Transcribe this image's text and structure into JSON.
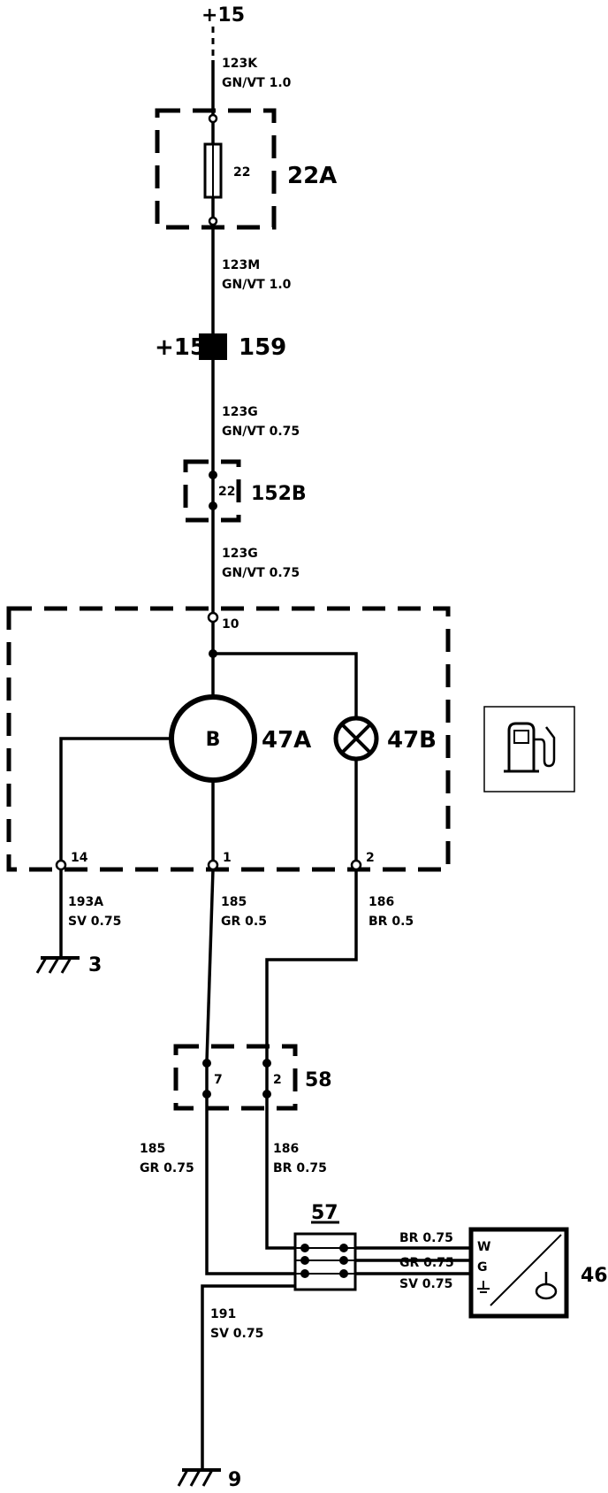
{
  "supply": {
    "top_label": "+15"
  },
  "wires": {
    "w123k": {
      "code": "123K",
      "spec": "GN/VT  1.0"
    },
    "w123m": {
      "code": "123M",
      "spec": "GN/VT  1.0"
    },
    "w123g_a": {
      "code": "123G",
      "spec": "GN/VT  0.75"
    },
    "w123g_b": {
      "code": "123G",
      "spec": "GN/VT  0.75"
    },
    "w193a": {
      "code": "193A",
      "spec": "SV  0.75"
    },
    "w185_a": {
      "code": "185",
      "spec": "GR  0.5"
    },
    "w186_a": {
      "code": "186",
      "spec": "BR  0.5"
    },
    "w185_b": {
      "code": "185",
      "spec": "GR  0.75"
    },
    "w186_b": {
      "code": "186",
      "spec": "BR  0.75"
    },
    "w191": {
      "code": "191",
      "spec": "SV  0.75"
    },
    "to46_br": "BR  0.75",
    "to46_gr": "GR  0.75",
    "to46_sv": "SV  0.75"
  },
  "components": {
    "fuse": {
      "id": "22A",
      "inner": "22"
    },
    "junction": {
      "supply": "+15",
      "id": "159"
    },
    "connector152": {
      "id": "152B",
      "pin": "22"
    },
    "gauge": {
      "symbol": "B",
      "id": "47A"
    },
    "lamp": {
      "id": "47B"
    },
    "pins": {
      "p10": "10",
      "p14": "14",
      "p1": "1",
      "p2": "2"
    },
    "ground3": "3",
    "connector58": {
      "id": "58",
      "pin_a": "7",
      "pin_b": "2"
    },
    "connector57": {
      "id": "57"
    },
    "sender": {
      "id": "46",
      "w": "W",
      "g": "G"
    },
    "ground9": "9"
  }
}
